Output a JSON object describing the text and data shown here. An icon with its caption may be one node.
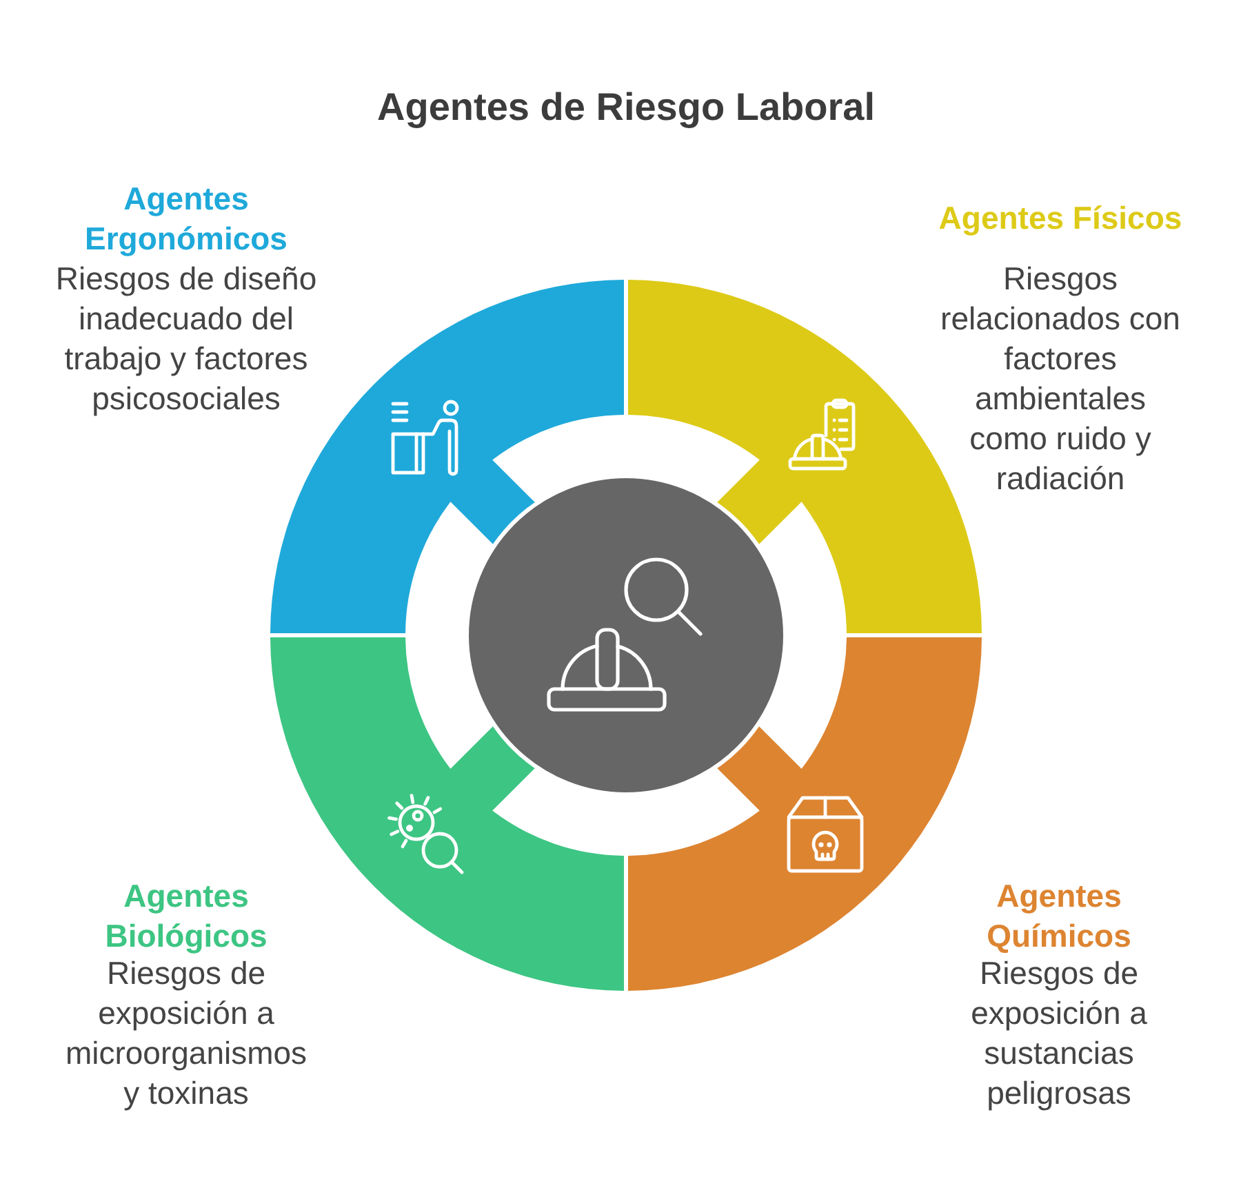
{
  "diagram": {
    "title": "Agentes de Riesgo Laboral",
    "nodes": [
      {
        "text": [
          "Agentes Ergonómicos",
          "Riesgos de diseño inadecuado del trabajo y factores psicosociales"
        ]
      },
      {
        "text": [
          "Agentes Físicos",
          "Riesgos relacionados con factores ambientales como ruido y radiación"
        ]
      },
      {
        "text": [],
        "shape": "circle"
      },
      {
        "text": [
          "Agentes Biológicos",
          "Riesgos de exposición a microorganismos y toxinas"
        ]
      },
      {
        "text": [
          "Agentes Químicos",
          "Riesgos de exposición a sustancias peligrosas"
        ]
      }
    ]
  }
}
